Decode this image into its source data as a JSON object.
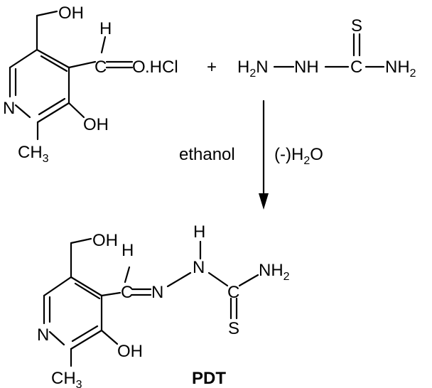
{
  "reactant_aldehyde": {
    "oh_top": "OH",
    "h": "H",
    "c": "C",
    "o": "O",
    "hcl": ".HCl",
    "n_ring": "N",
    "oh_right": "OH",
    "ch": "CH",
    "sub3": "3"
  },
  "plus": "+",
  "thiosemicarbazide": {
    "s": "S",
    "h2": "H",
    "sub2a": "2",
    "n_a": "N",
    "nh": "NH",
    "c": "C",
    "nh2": "NH",
    "sub2b": "2"
  },
  "conditions": {
    "solvent": "ethanol",
    "byproduct_pre": "(-)H",
    "byproduct_sub": "2",
    "byproduct_post": "O"
  },
  "product": {
    "oh_top": "OH",
    "h_ald": "H",
    "h_nh": "H",
    "c_imine": "C",
    "n_imine": "N",
    "n_hydrazine": "N",
    "c_thio": "C",
    "nh2": "NH",
    "sub2": "2",
    "s": "S",
    "n_ring": "N",
    "oh_right": "OH",
    "ch": "CH",
    "sub3": "3",
    "name": "PDT"
  },
  "colors": {
    "ink": "#000000",
    "background": "#ffffff"
  }
}
